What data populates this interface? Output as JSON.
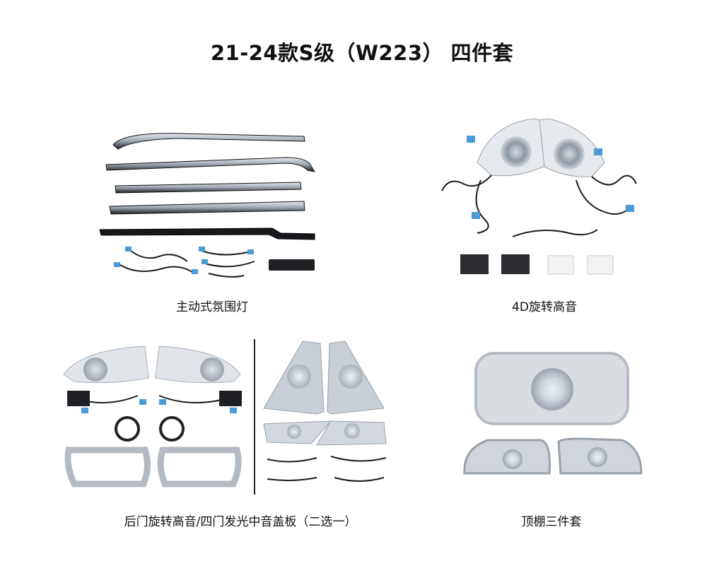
{
  "title": "21-24款S级（W223） 四件套",
  "sections": [
    {
      "caption": "主动式氛围灯"
    },
    {
      "caption": "4D旋转高音"
    },
    {
      "caption": "后门旋转高音/四门发光中音盖板（二选一）"
    },
    {
      "caption": "顶棚三件套"
    }
  ]
}
